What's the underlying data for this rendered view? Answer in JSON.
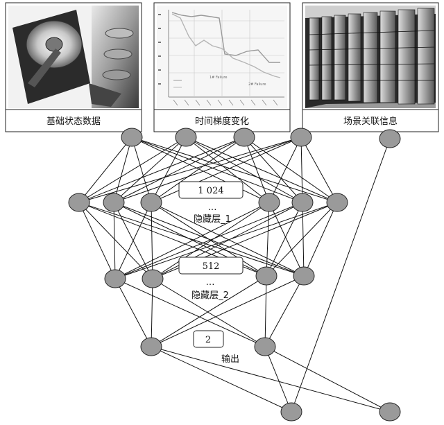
{
  "panels": [
    {
      "label": "基础状态数据",
      "icon": "hard-disk-photo"
    },
    {
      "label": "时间梯度变化",
      "icon": "line-chart-photo"
    },
    {
      "label": "场景关联信息",
      "icon": "server-room-photo"
    }
  ],
  "chart_legend": [
    "1# Failure",
    "2# Failure"
  ],
  "layers": [
    {
      "count": "1 024",
      "dots": "…",
      "label": "隐藏层_1"
    },
    {
      "count": "512",
      "dots": "…",
      "label": "隐藏层_2"
    },
    {
      "count": "2",
      "label": "输出"
    }
  ]
}
